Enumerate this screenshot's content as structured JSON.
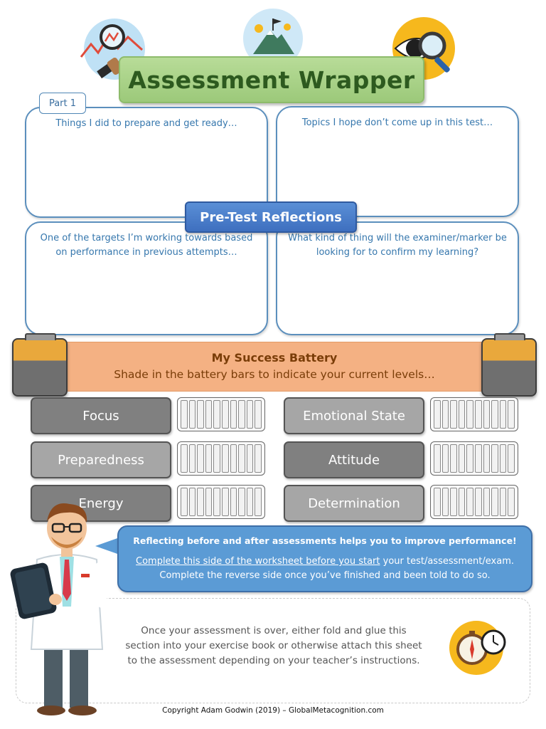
{
  "title": "Assessment Wrapper",
  "part_label": "Part 1",
  "pre_test": {
    "banner": "Pre-Test Reflections",
    "prompts": [
      "Things I did to prepare and get ready…",
      "Topics I hope don’t come up in this test…",
      "One of the targets I’m working towards based on performance in previous attempts…",
      "What kind of thing will the examiner/marker be looking for to confirm my learning?"
    ]
  },
  "battery": {
    "title": "My Success Battery",
    "subtitle": "Shade in the battery bars to indicate your current levels…",
    "levels": [
      "Focus",
      "Emotional State",
      "Preparedness",
      "Attitude",
      "Energy",
      "Determination"
    ]
  },
  "callout": {
    "line1": "Reflecting before and after assessments helps you to improve performance!",
    "line2_underlined": "Complete this side of the worksheet before you start",
    "line2_rest": " your test/assessment/exam.",
    "line3": "Complete the reverse side once you’ve finished and been told to do so."
  },
  "fold_note": "Once your assessment is over, either fold and glue this section into your exercise book or otherwise attach this sheet to the assessment depending on your teacher’s instructions.",
  "copyright": "Copyright Adam Godwin (2019) – GlobalMetacognition.com",
  "icons": [
    "growth-chart-magnifier-icon",
    "mountain-goal-flag-icon",
    "eye-magnifier-icon",
    "teacher-character-icon",
    "stopwatch-compass-icon"
  ],
  "colors": {
    "title_green": "#9cc97a",
    "box_blue": "#5b8fbd",
    "banner_blue": "#3e6fbf",
    "battery_orange": "#f4b183",
    "callout_blue": "#5b9bd5",
    "icon_yellow": "#f6b81d"
  }
}
